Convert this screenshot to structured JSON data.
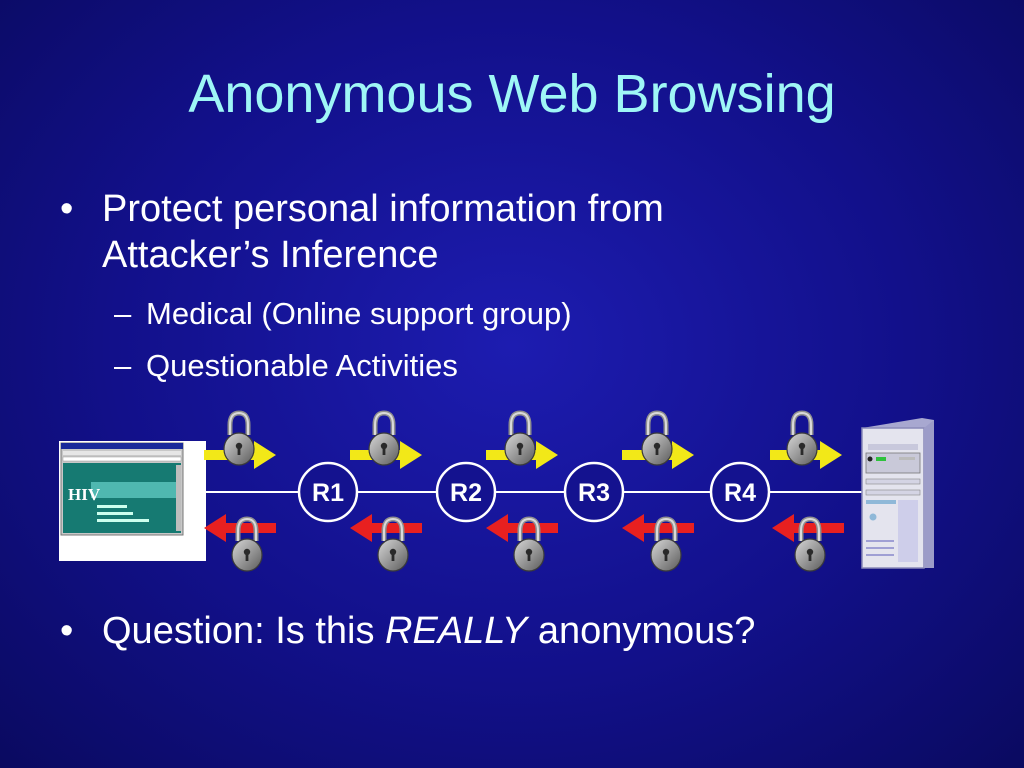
{
  "slide": {
    "title": "Anonymous Web Browsing",
    "bullets": [
      {
        "line1": "Protect personal information from",
        "line2": "Attacker’s Inference",
        "subitems": [
          "Medical (Online support group)",
          "Questionable Activities"
        ]
      }
    ],
    "question": {
      "prefix": "Question: Is this ",
      "emphasis": "REALLY",
      "suffix": " anonymous?"
    },
    "bullet_glyph": "•",
    "dash_glyph": "–"
  },
  "diagram": {
    "routers": [
      "R1",
      "R2",
      "R3",
      "R4"
    ],
    "forward_arrow_color": "#f2e818",
    "return_arrow_color": "#e82020",
    "lock_icon": "padlock-icon",
    "client_icon": "browser-screenshot-icon",
    "server_icon": "server-tower-icon",
    "browser_logo_text": "HIV"
  },
  "colors": {
    "title": "#9ff6f6",
    "text": "#ffffff",
    "background": "#14128f"
  }
}
